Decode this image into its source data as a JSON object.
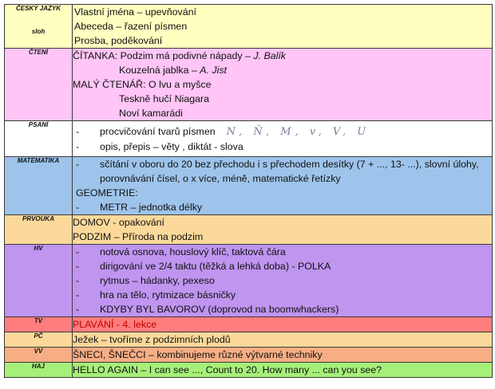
{
  "rows": [
    {
      "subject": "ČESKÝ JAZYK",
      "sub": "sloh",
      "bg": "#ffffc0",
      "lines": [
        "Vlastní jména – upevňování",
        "Abeceda – řazení písmen",
        "Prosba, poděkování"
      ]
    },
    {
      "subject": "ČTENÍ",
      "bg": "#ffc5f7",
      "lines": [
        {
          "pre": "ČÍTANKA:  Podzim má podivné nápady – ",
          "em": "J. Balík"
        },
        {
          "pre": "Kouzelná jablka – ",
          "em": "A. Jist"
        },
        "MALÝ ČTENÁŘ: O lvu a myšce",
        "Teskně hučí Niagara",
        "Noví kamarádi"
      ]
    },
    {
      "subject": "PSANÍ",
      "bg": "#ffffff",
      "lines": [
        "procvičování tvarů písmen",
        "opis, přepis – věty , diktát - slova"
      ],
      "cursive": "N, Ň, M, v, V, U"
    },
    {
      "subject": "MATEMATIKA",
      "bg": "#9ec4eb",
      "lines": [
        "sčítání v oboru do 20 bez přechodu i s přechodem desítky (7 + ..., 13- ...), slovní úlohy, porovnávání čísel, o x více, méně, matematické řetízky",
        "GEOMETRIE:",
        "METR – jednotka délky"
      ]
    },
    {
      "subject": "PRVOUKA",
      "bg": "#fcd99a",
      "lines": [
        "DOMOV - opakování",
        "PODZIM – Příroda na podzim"
      ]
    },
    {
      "subject": "HV",
      "bg": "#bf95f0",
      "lines": [
        "notová osnova, houslový klíč, taktová čára",
        "dirigování ve 2/4 taktu (těžká a lehká doba) - POLKA",
        "rytmus – hádanky, pexeso",
        "hra na tělo, rytmizace básničky",
        "KDYBY BYL BAVOROV (doprovod na boomwhackers)"
      ]
    },
    {
      "subject": "TV",
      "bg": "#ff7d7d",
      "lines": [
        "PLAVÁNÍ  - 4. lekce"
      ]
    },
    {
      "subject": "PČ",
      "bg": "#fcd99a",
      "lines": [
        "Ježek – tvoříme z podzimních plodů"
      ]
    },
    {
      "subject": "VV",
      "bg": "#f7ae84",
      "lines": [
        "ŠNECI, ŠNEČCI – kombinujeme různé výtvarné techniky"
      ]
    },
    {
      "subject": "HAJ",
      "bg": "#a6f07a",
      "lines": [
        "HELLO AGAIN – I can see ..., Count to 20. How many ... can you see?"
      ]
    }
  ],
  "bullet": "-",
  "colors": {
    "border": "#3a3a3a",
    "text_red": "#c00000"
  }
}
